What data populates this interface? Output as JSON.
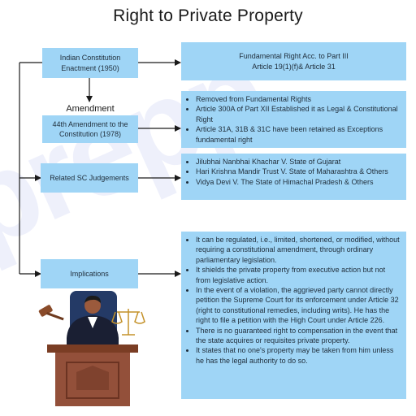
{
  "title": "Right to Private Property",
  "watermark": "prepp",
  "left_nodes": {
    "enactment": "Indian Constitution Enactment (1950)",
    "amendment_label": "Amendment",
    "amendment_44": "44th Amendment to the Constitution (1978)",
    "sc_judgements": "Related SC Judgements",
    "implications": "Implications"
  },
  "right_nodes": {
    "fundamental_right": {
      "line1": "Fundamental Right Acc. to Part III",
      "line2": "Article 19(1)(f)& Article 31"
    },
    "amendment_effects": [
      "Removed from Fundamental Rights",
      "Article 300A of Part XII Established it as Legal & Constitutional Right",
      "Article 31A, 31B & 31C have been retained as Exceptions fundamental right"
    ],
    "judgements": [
      "Jilubhai Nanbhai Khachar V. State of Gujarat",
      "Hari Krishna Mandir Trust V. State of Maharashtra & Others",
      "Vidya Devi V. The State of Himachal Pradesh & Others"
    ],
    "implications": [
      "It can be regulated, i.e., limited, shortened, or modified, without requiring a constitutional amendment, through ordinary parliamentary legislation.",
      "It shields the private property from executive action but not from legislative action.",
      "In the event of a violation, the aggrieved party cannot directly petition the Supreme Court for its enforcement under Article 32 (right to constitutional remedies, including writs). He has the right to file a petition with the High Court under Article 226.",
      "There is no guaranteed right to compensation in the event that the state acquires or requisites private property.",
      "It states that no one's property may be taken from him unless he has the legal authority to do so."
    ]
  },
  "colors": {
    "box_fill": "#9fd5f6",
    "connector": "#1a1a1a",
    "watermark": "#eef0fb"
  }
}
